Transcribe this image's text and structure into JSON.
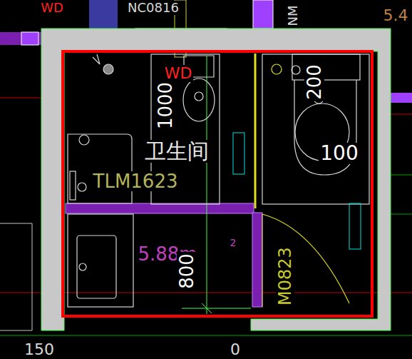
{
  "diagram": {
    "labels": [
      "WD",
      "NC0816",
      "NM",
      "5.4",
      "WD",
      "200",
      "卫生间",
      "1000",
      "100",
      "TLM1623",
      "5.88m",
      "2",
      "800",
      "M0823",
      "150",
      "0"
    ]
  }
}
